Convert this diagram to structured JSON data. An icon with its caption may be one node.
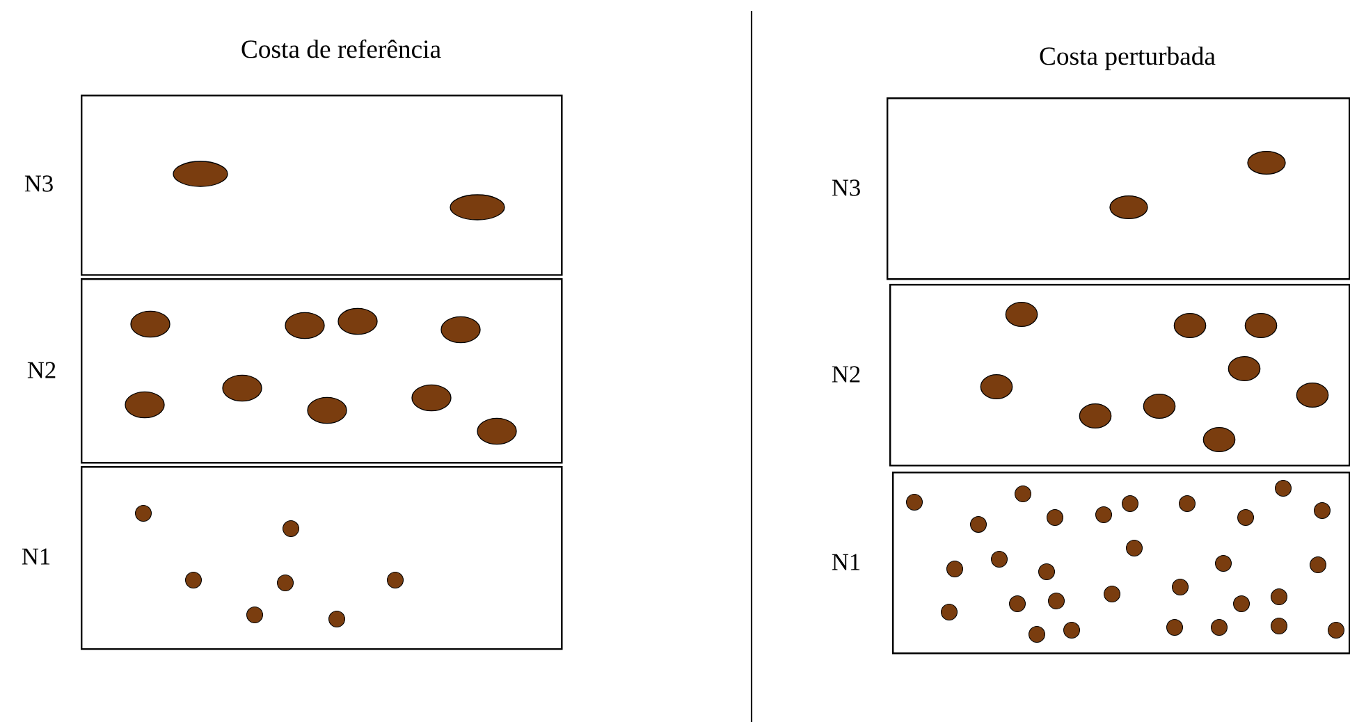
{
  "diagram": {
    "nodes": [
      {
        "text": [
          "N3"
        ]
      },
      {
        "text": [
          "N2"
        ]
      },
      {
        "text": [
          "N1"
        ]
      },
      {
        "text": [
          "N3"
        ]
      },
      {
        "text": [
          "N2"
        ]
      },
      {
        "text": [
          "N1"
        ]
      }
    ],
    "labels": [
      "Costa de referência",
      "Costa perturbada"
    ]
  }
}
